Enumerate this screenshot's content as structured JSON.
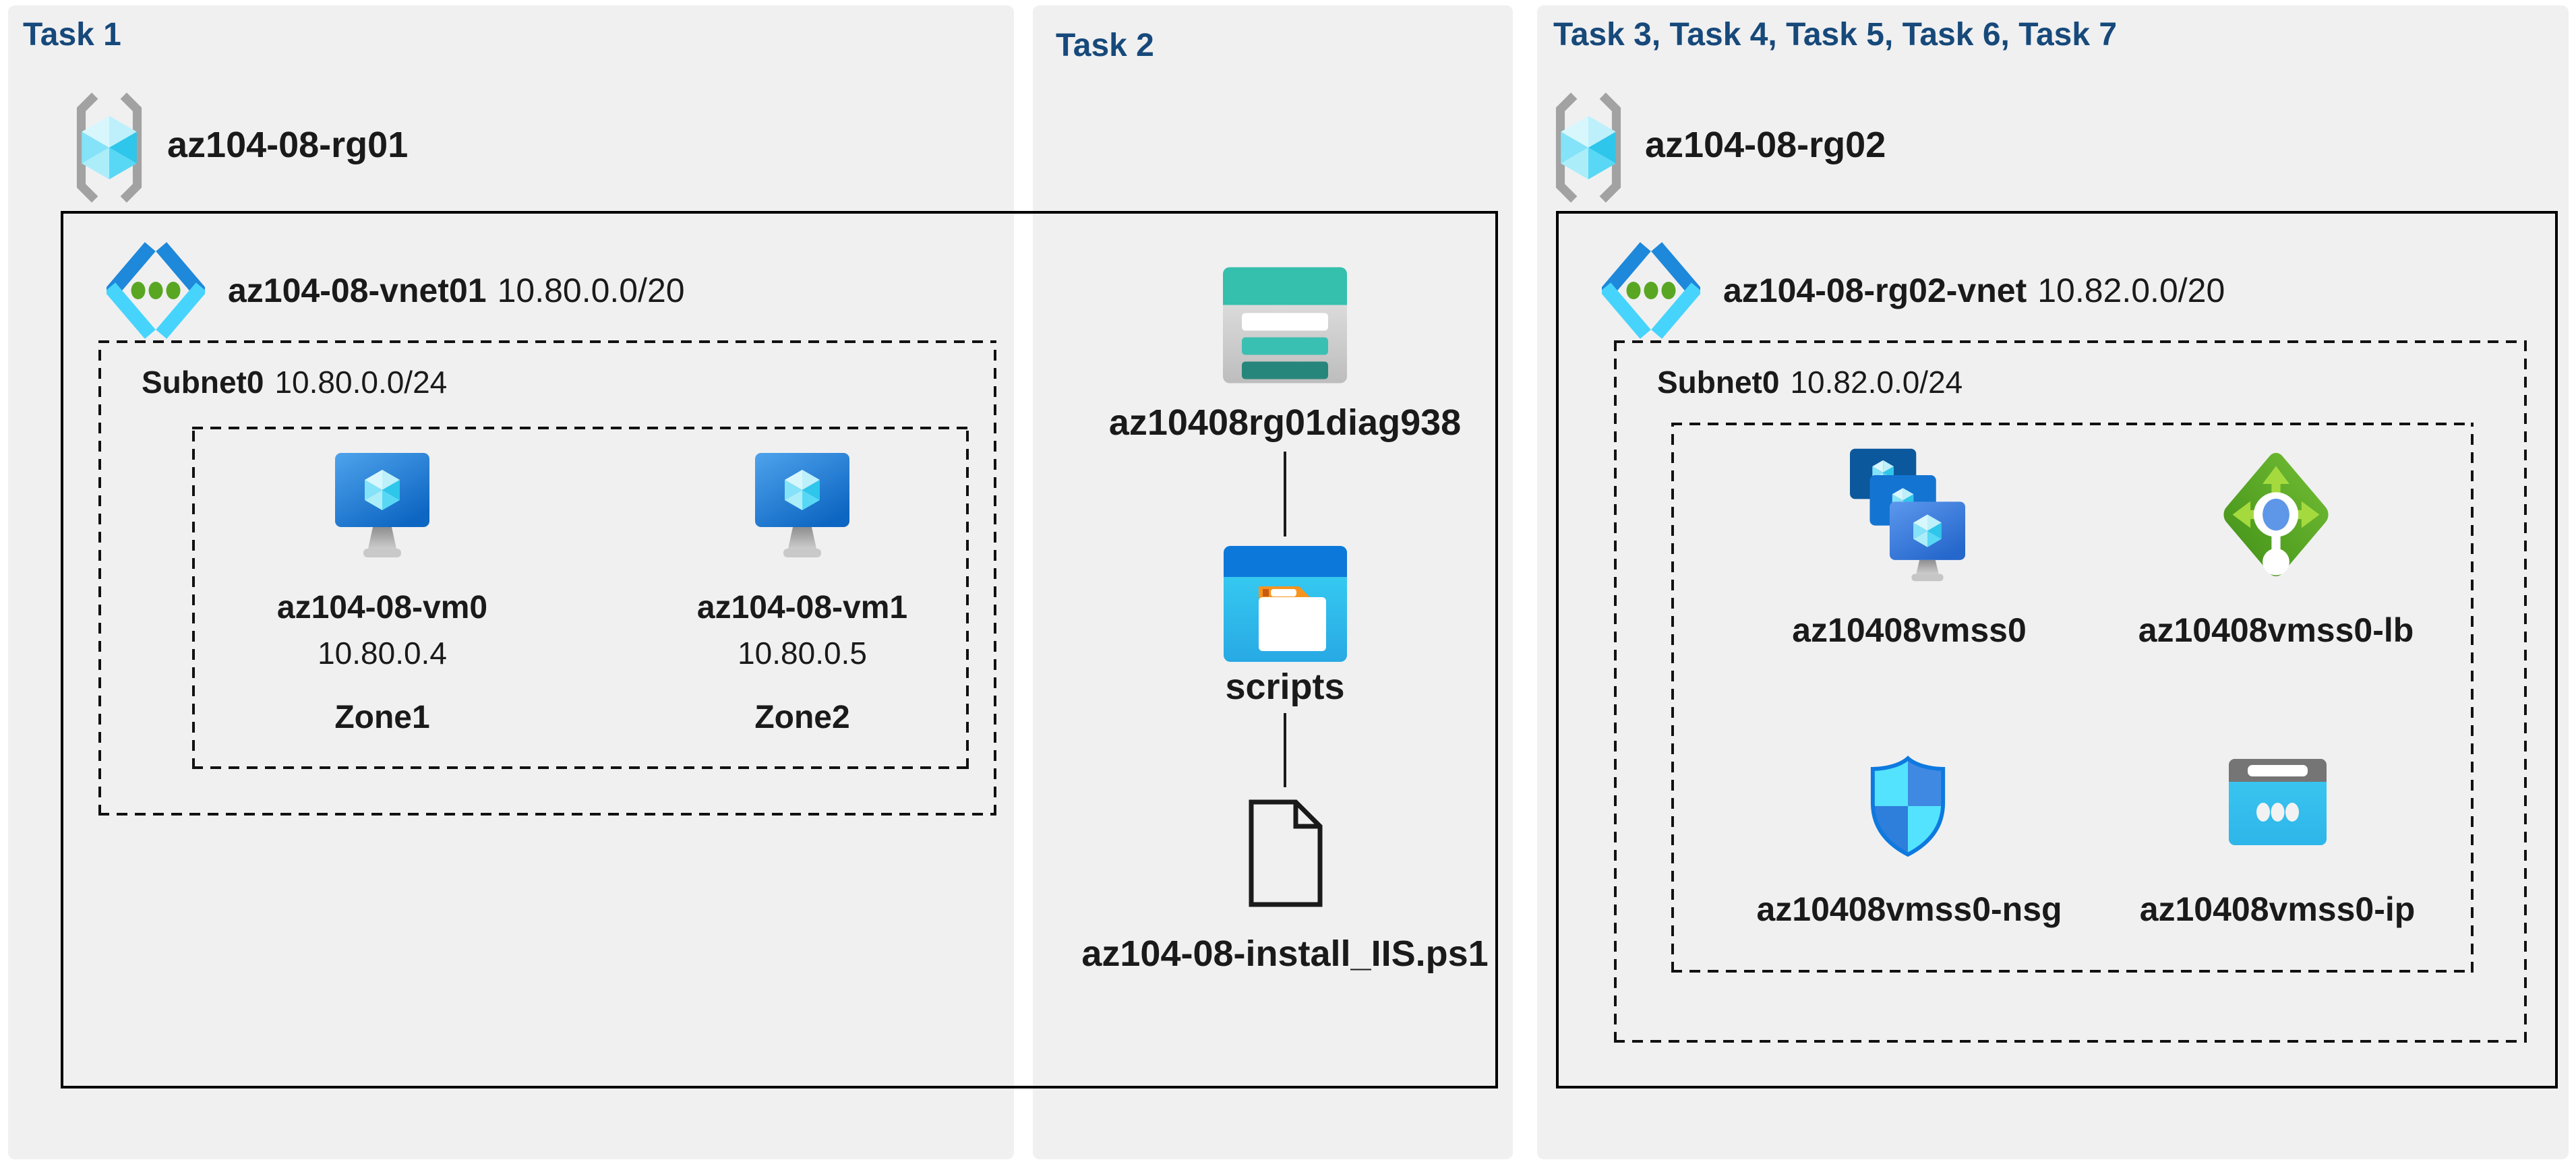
{
  "colors": {
    "header_text": "#17497A",
    "panel_background": "#F0F0F1",
    "label_text": "#1A1A1A",
    "box_border": "#000000",
    "vnet_bracket_blue": "#1E88DA",
    "vnet_bracket_cyan": "#47D4FC",
    "vnet_dot_green": "#59A623",
    "vm_monitor_blue": "#2A79D8",
    "storage_teal": "#35BFAD",
    "container_blue": "#0C78DA",
    "folder_tab_orange": "#F7941E",
    "load_balancer_green": "#5AA726",
    "load_balancer_arrow_green": "#A5DA3E",
    "nsg_border_blue": "#0E79DF",
    "nsg_light_cyan": "#53E3FE",
    "public_ip_cyan": "#35C3EF",
    "bracket_gray": "#A2A2A2"
  },
  "tasks": [
    {
      "title": "Task 1",
      "resource_group": "az104-08-rg01",
      "vnet": {
        "name": "az104-08-vnet01",
        "cidr": "10.80.0.0/20"
      },
      "subnet": {
        "name": "Subnet0",
        "cidr": "10.80.0.0/24"
      },
      "vms": [
        {
          "name": "az104-08-vm0",
          "ip": "10.80.0.4",
          "zone": "Zone1"
        },
        {
          "name": "az104-08-vm1",
          "ip": "10.80.0.5",
          "zone": "Zone2"
        }
      ]
    },
    {
      "title": "Task 2",
      "storage_account": "az10408rg01diag938",
      "blob_container": "scripts",
      "script_file": "az104-08-install_IIS.ps1"
    },
    {
      "title": "Task 3, Task 4, Task 5, Task 6, Task 7",
      "resource_group": "az104-08-rg02",
      "vnet": {
        "name": "az104-08-rg02-vnet",
        "cidr": "10.82.0.0/20"
      },
      "subnet": {
        "name": "Subnet0",
        "cidr": "10.82.0.0/24"
      },
      "resources": [
        {
          "name": "az10408vmss0",
          "type": "virtual-machine-scale-set"
        },
        {
          "name": "az10408vmss0-lb",
          "type": "load-balancer"
        },
        {
          "name": "az10408vmss0-nsg",
          "type": "network-security-group"
        },
        {
          "name": "az10408vmss0-ip",
          "type": "public-ip-address"
        }
      ]
    }
  ]
}
